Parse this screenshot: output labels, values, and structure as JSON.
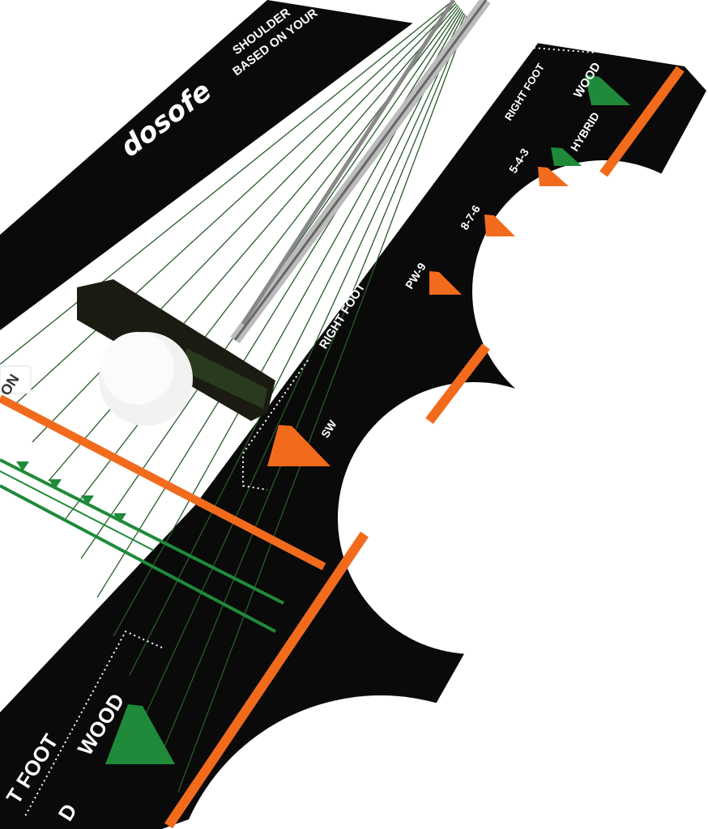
{
  "product": {
    "brand_logo": "dosofe",
    "header_text": [
      "SHOULDER",
      "BASED ON YOUR"
    ],
    "marker_label": "ON",
    "club_positions": [
      {
        "label": "WOOD",
        "marker_color": "green"
      },
      {
        "label": "HYBRID",
        "marker_color": "green"
      },
      {
        "label": "5-4-3",
        "marker_color": "orange"
      },
      {
        "label": "8-7-6",
        "marker_color": "orange"
      },
      {
        "label": "PW-9",
        "marker_color": "orange"
      },
      {
        "label": "SW",
        "marker_color": "orange"
      }
    ],
    "foot_labels": [
      "RIGHT FOOT",
      "RIGHT FOOT"
    ],
    "bottom_labels": {
      "foot": "T FOOT",
      "wood": "WOOD",
      "partial": "D"
    }
  },
  "colors": {
    "mat": "#0a0a0a",
    "accent_orange": "#f26b1d",
    "accent_green": "#1f8a3a",
    "board": "#ffffff",
    "line": "#2a5a2a"
  }
}
